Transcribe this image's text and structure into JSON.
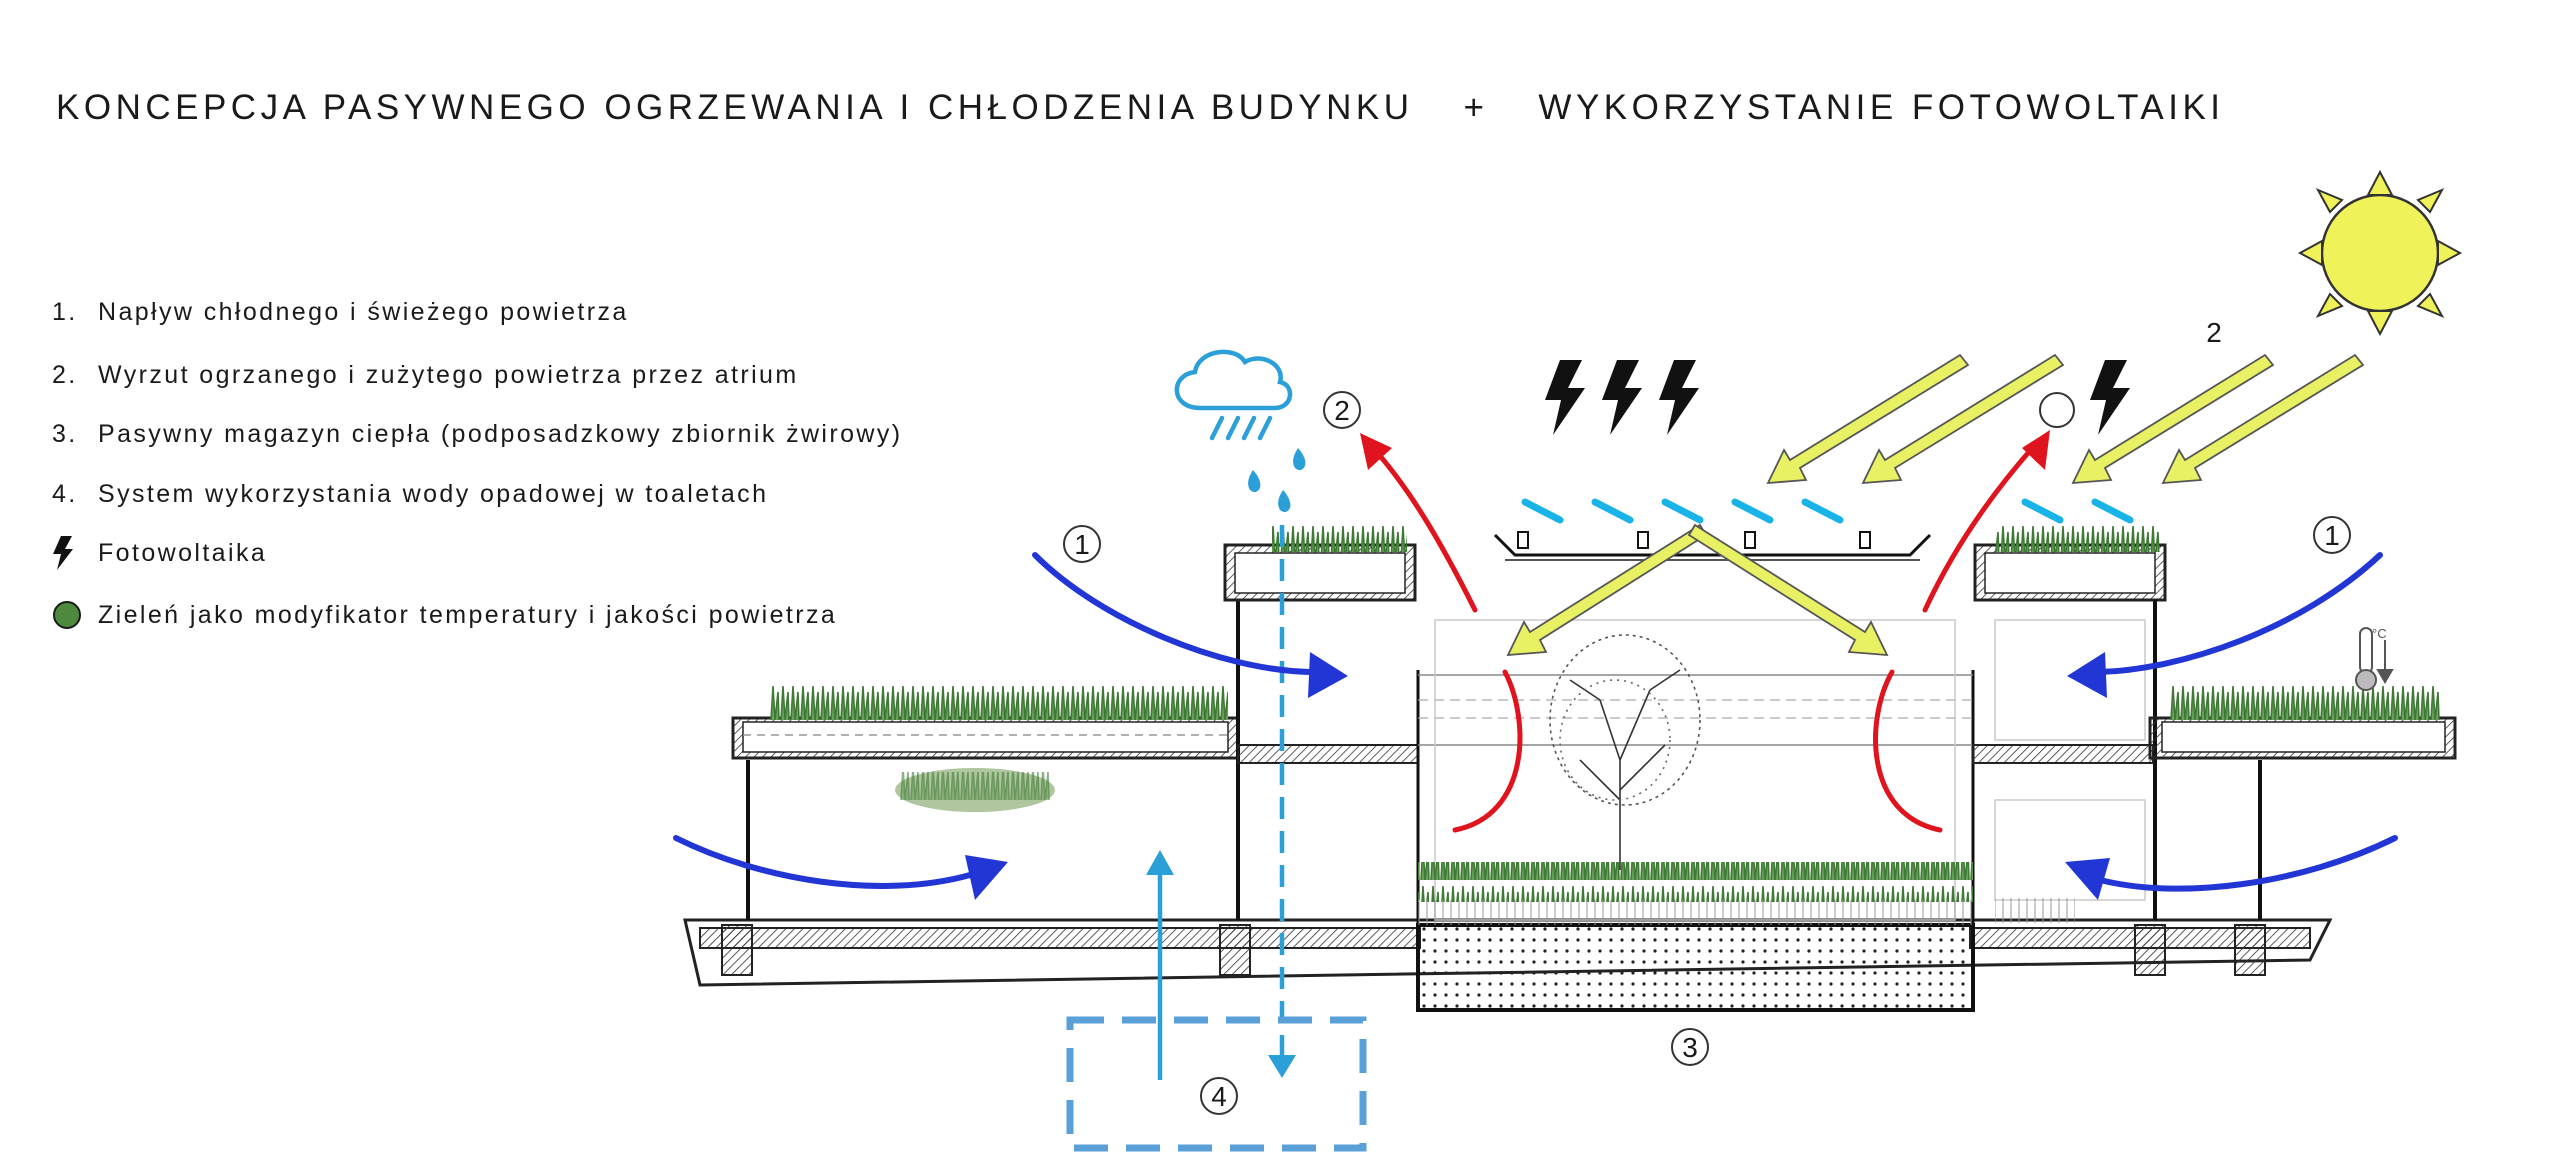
{
  "title": {
    "left": "KONCEPCJA PASYWNEGO OGRZEWANIA I CHŁODZENIA BUDYNKU",
    "plus": "+",
    "right": "WYKORZYSTANIE FOTOWOLTAIKI"
  },
  "legend": [
    {
      "marker": "1.",
      "text": "Napływ chłodnego i świeżego powietrza"
    },
    {
      "marker": "2.",
      "text": "Wyrzut ogrzanego i zużytego powietrza przez atrium"
    },
    {
      "marker": "3.",
      "text": "Pasywny magazyn ciepła (podposadzkowy zbiornik żwirowy)"
    },
    {
      "marker": "4.",
      "text": "System wykorzystania wody opadowej w toaletach"
    },
    {
      "marker_icon": "lightning-icon",
      "text": "Fotowoltaika"
    },
    {
      "marker_icon": "green-circle-icon",
      "text": "Zieleń jako modyfikator temperatury i jakości powietrza"
    }
  ],
  "labels": {
    "one_left": "1",
    "one_right": "1",
    "two_left": "2",
    "two_sun": "2",
    "three": "3",
    "four": "4",
    "thermo_unit": "°C"
  },
  "colors": {
    "cool_air": "#2236d6",
    "warm_air": "#e0141e",
    "solar": "#e8f064",
    "water": "#2a9fd8",
    "pv_panel": "#1ab3e8",
    "greenery": "#4e8a3e"
  }
}
